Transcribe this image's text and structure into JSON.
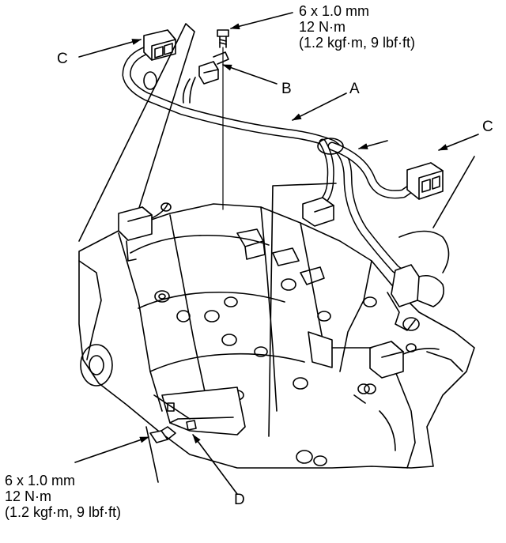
{
  "callouts": {
    "a": "A",
    "b": "B",
    "c_left": "C",
    "c_right": "C",
    "d": "D"
  },
  "torque_top": {
    "size": "6 x 1.0 mm",
    "torque": "12 N·m",
    "alt": "(1.2 kgf·m, 9 lbf·ft)"
  },
  "torque_bottom": {
    "size": "6 x 1.0 mm",
    "torque": "12 N·m",
    "alt": "(1.2 kgf·m, 9 lbf·ft)"
  },
  "colors": {
    "line": "#000000",
    "background": "#ffffff"
  }
}
